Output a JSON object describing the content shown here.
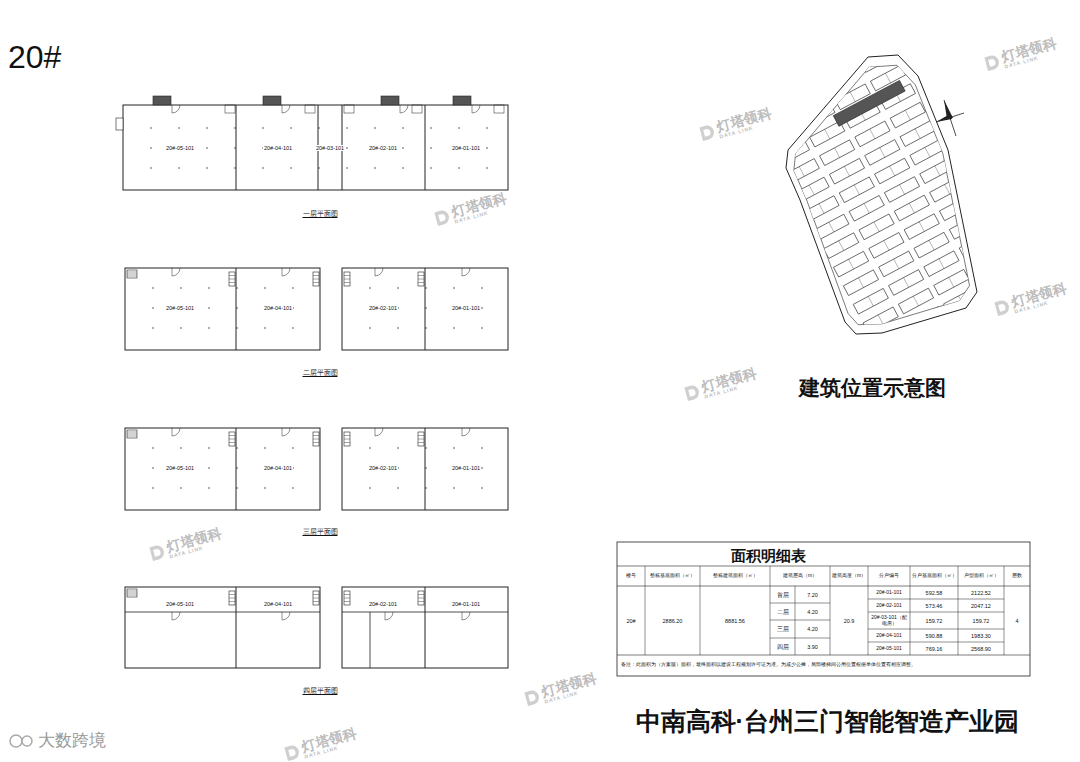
{
  "diagram": {
    "title": "20#",
    "caption": "中南高科·台州三门智能智造产业园",
    "nodes": [
      {
        "text": [
          "20#-05-101"
        ]
      },
      {
        "text": [
          "20#-04-101"
        ]
      },
      {
        "text": [
          "20#-03-101"
        ]
      },
      {
        "text": [
          "20#-02-101"
        ]
      },
      {
        "text": [
          "20#-01-101"
        ]
      },
      {
        "text": [
          "20#-05-101"
        ]
      },
      {
        "text": [
          "20#-04-101"
        ]
      },
      {
        "text": [
          "20#-02-101"
        ]
      },
      {
        "text": [
          "20#-01-101"
        ]
      },
      {
        "text": [
          "20#-05-101"
        ]
      },
      {
        "text": [
          "20#-04-101"
        ]
      },
      {
        "text": [
          "20#-02-101"
        ]
      },
      {
        "text": [
          "20#-01-101"
        ]
      },
      {
        "text": [
          "20#-05-101"
        ]
      },
      {
        "text": [
          "20#-04-101"
        ]
      },
      {
        "text": [
          "20#-02-101"
        ]
      },
      {
        "text": [
          "20#-01-101"
        ]
      }
    ],
    "labels": [
      "一层平面图",
      "二层平面图",
      "三层平面图",
      "四层平面图",
      "建筑位置示意图",
      "面积明细表",
      "楼号",
      "整栋基底面积（㎡）",
      "整栋建筑面积（㎡）",
      "建筑层高（m）",
      "建筑高度（m）",
      "分户编号",
      "分户基底面积（㎡）",
      "户型面积（㎡）",
      "层数",
      "20#",
      "2886.20",
      "8881.56",
      "首层",
      "7.20",
      "二层",
      "4.20",
      "三层",
      "4.20",
      "四层",
      "3.90",
      "20.9",
      "20#-01-101",
      "592.58",
      "2122.52",
      "20#-02-101",
      "573.46",
      "2047.12",
      "20#-03-101（配电房）",
      "159.72",
      "159.72",
      "20#-04-101",
      "590.88",
      "1983.30",
      "20#-05-101",
      "769.16",
      "2568.90",
      "4",
      "备注：此面积为（方案版）面积，最终面积以建设工程规划许可证为准。为减少公摊，局部楼梯间公用位置根据单体位置有相应调整。",
      "灯塔领科",
      "DATA LINK",
      "灯塔领科",
      "DATA LINK",
      "灯塔领科",
      "DATA LINK",
      "灯塔领科",
      "DATA LINK",
      "灯塔领科",
      "DATA LINK",
      "灯塔领科",
      "DATA LINK",
      "灯塔领科",
      "DATA LINK",
      "灯塔领科",
      "DATA LINK",
      "大数跨境"
    ]
  }
}
